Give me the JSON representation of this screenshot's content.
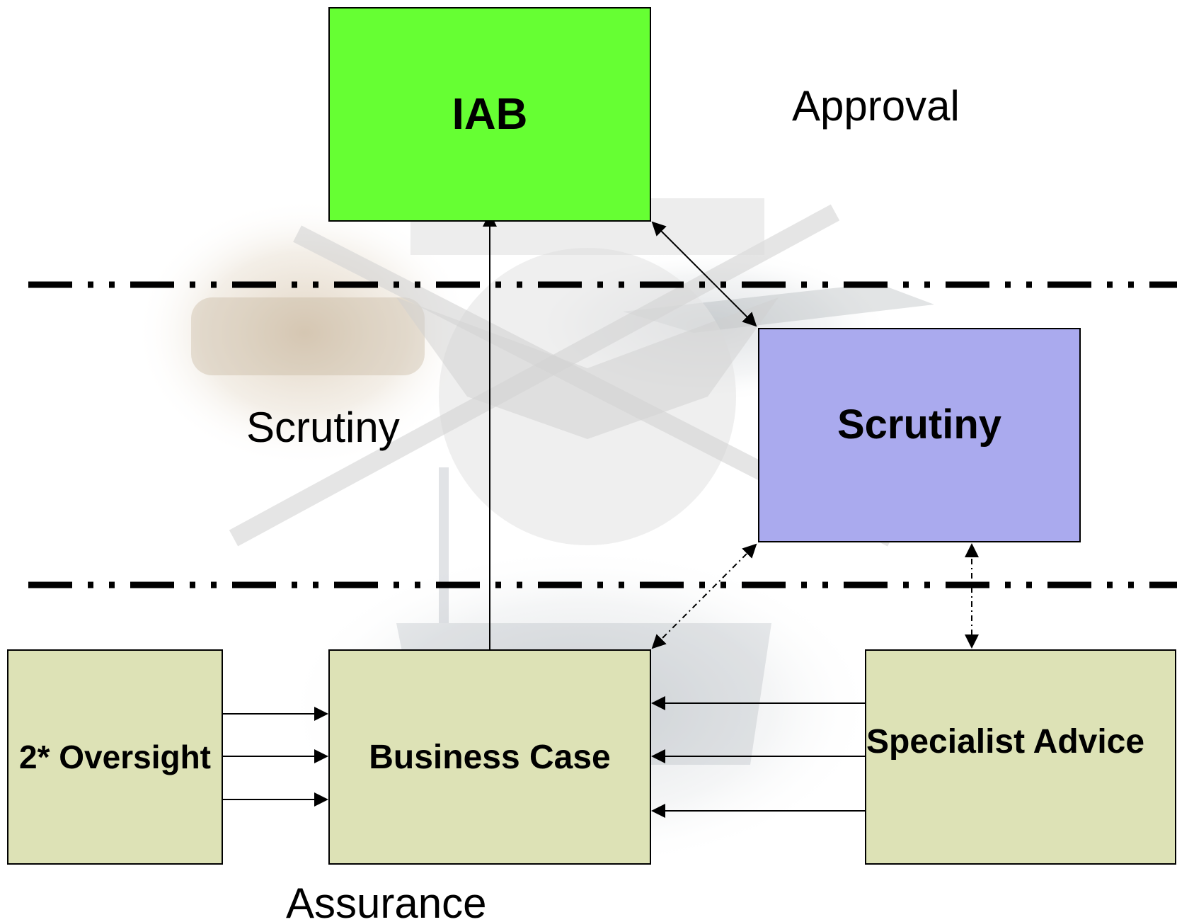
{
  "tiers": {
    "approval": "Approval",
    "scrutiny": "Scrutiny",
    "assurance": "Assurance"
  },
  "boxes": {
    "iab": "IAB",
    "scrutiny": "Scrutiny",
    "oversight": "2* Oversight",
    "business_case": "Business Case",
    "specialist_advice": "Specialist Advice"
  },
  "colors": {
    "iab_fill": "#66ff33",
    "scrutiny_fill": "#aaaaee",
    "assurance_fill": "#dde2b6",
    "line": "#000000",
    "watermark": "#d9d9d9"
  }
}
